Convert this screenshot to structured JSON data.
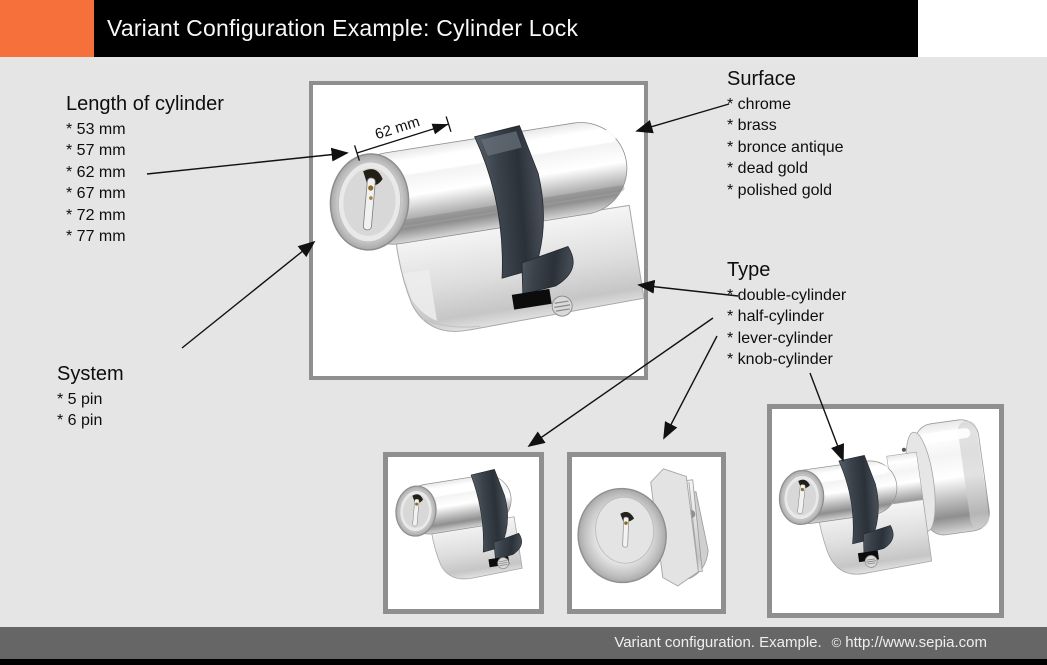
{
  "header": {
    "title": "Variant Configuration Example: Cylinder Lock"
  },
  "sections": {
    "cylinder_length": {
      "heading": "Length of cylinder",
      "items": [
        "* 53 mm",
        "* 57 mm",
        "* 62 mm",
        "* 67 mm",
        "* 72 mm",
        "* 77 mm"
      ]
    },
    "system": {
      "heading": "System",
      "items": [
        "* 5 pin",
        "* 6 pin"
      ]
    },
    "surface": {
      "heading": "Surface",
      "items": [
        "* chrome",
        "* brass",
        "* bronce antique",
        "* dead gold",
        "* polished gold"
      ]
    },
    "type": {
      "heading": "Type",
      "items": [
        "* double-cylinder",
        "* half-cylinder",
        "* lever-cylinder",
        "* knob-cylinder"
      ]
    }
  },
  "main_image": {
    "dimension_label": "62 mm"
  },
  "footer": {
    "text": "Variant configuration. Example.",
    "copyright": "©",
    "url": "http://www.sepia.com"
  },
  "colors": {
    "accent": "#f6703c",
    "header_bar": "#000000",
    "footer_bar": "#666666",
    "background": "#e5e5e5",
    "photo_border": "#8f8f8f"
  }
}
